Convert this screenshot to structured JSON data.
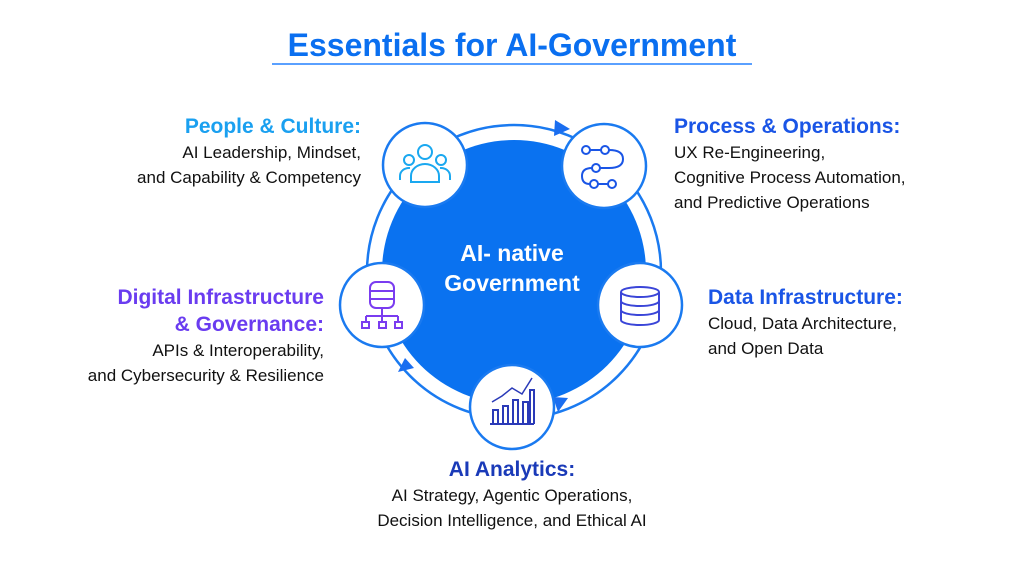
{
  "title": "Essentials for AI-Government",
  "center": {
    "line1": "AI- native",
    "line2": "Government"
  },
  "colors": {
    "accent": "#0a6ff0",
    "people": "#1aa0f0",
    "process": "#1a55e6",
    "data": "#1a55e6",
    "digital": "#6a3cf0",
    "analytics": "#1a3ab8"
  },
  "pillars": {
    "people": {
      "heading": "People & Culture:",
      "lines": [
        "AI Leadership, Mindset,",
        "and Capability & Competency"
      ],
      "icon": "people-group-icon"
    },
    "process": {
      "heading": "Process & Operations:",
      "lines": [
        "UX Re-Engineering,",
        "Cognitive Process Automation,",
        "and Predictive Operations"
      ],
      "icon": "process-flow-icon"
    },
    "data": {
      "heading": "Data Infrastructure:",
      "lines": [
        "Cloud, Data Architecture,",
        "and Open Data"
      ],
      "icon": "database-icon"
    },
    "analytics": {
      "heading": "AI Analytics:",
      "lines": [
        "AI Strategy, Agentic Operations,",
        "Decision Intelligence, and Ethical AI"
      ],
      "icon": "bar-chart-icon"
    },
    "digital": {
      "heading1": "Digital Infrastructure",
      "heading2": "& Governance:",
      "lines": [
        "APIs & Interoperability,",
        "and Cybersecurity & Resilience"
      ],
      "icon": "server-network-icon"
    }
  }
}
